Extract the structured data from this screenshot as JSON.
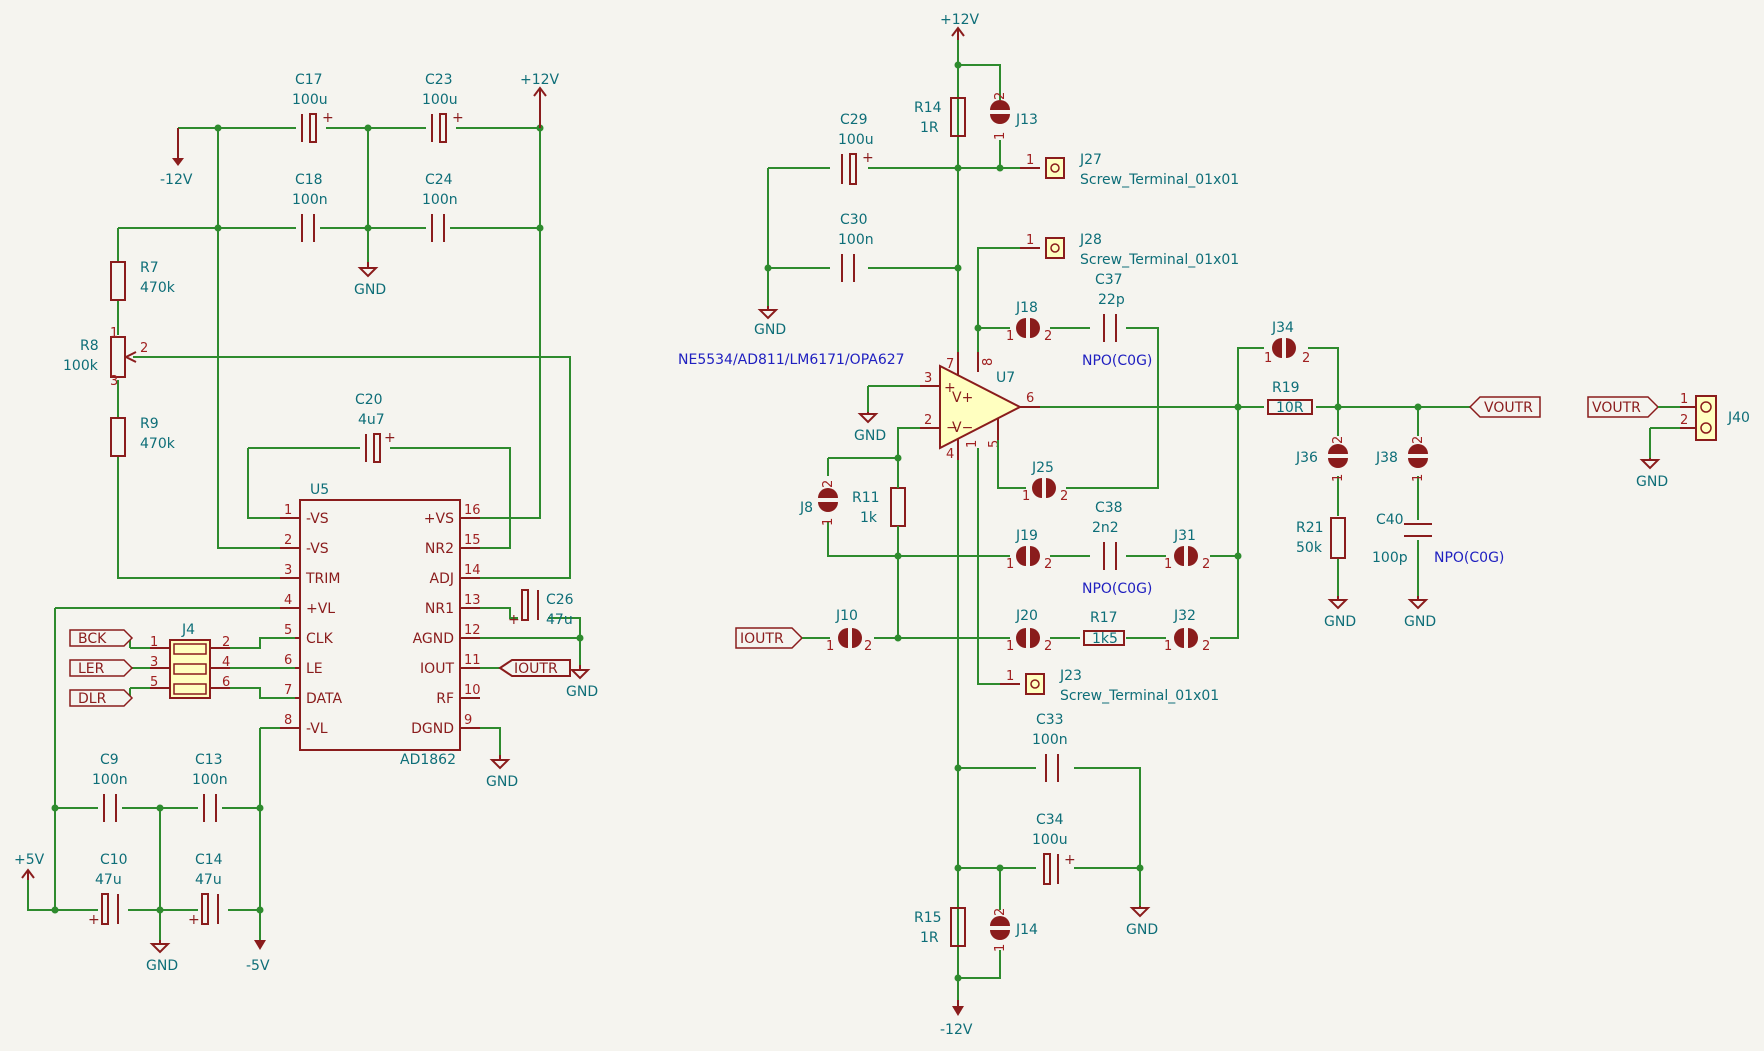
{
  "parts": {
    "C17": {
      "ref": "C17",
      "val": "100u"
    },
    "C23": {
      "ref": "C23",
      "val": "100u"
    },
    "C18": {
      "ref": "C18",
      "val": "100n"
    },
    "C24": {
      "ref": "C24",
      "val": "100n"
    },
    "R7": {
      "ref": "R7",
      "val": "470k"
    },
    "R8": {
      "ref": "R8",
      "val": "100k"
    },
    "R9": {
      "ref": "R9",
      "val": "470k"
    },
    "C20": {
      "ref": "C20",
      "val": "4u7"
    },
    "U5": {
      "ref": "U5",
      "val": "AD1862"
    },
    "C26": {
      "ref": "C26",
      "val": "47u"
    },
    "J4": {
      "ref": "J4"
    },
    "C9": {
      "ref": "C9",
      "val": "100n"
    },
    "C13": {
      "ref": "C13",
      "val": "100n"
    },
    "C10": {
      "ref": "C10",
      "val": "47u"
    },
    "C14": {
      "ref": "C14",
      "val": "47u"
    },
    "C29": {
      "ref": "C29",
      "val": "100u"
    },
    "C30": {
      "ref": "C30",
      "val": "100n"
    },
    "R14": {
      "ref": "R14",
      "val": "1R"
    },
    "J13": {
      "ref": "J13"
    },
    "J27": {
      "ref": "J27",
      "val": "Screw_Terminal_01x01"
    },
    "J28": {
      "ref": "J28",
      "val": "Screw_Terminal_01x01"
    },
    "J18": {
      "ref": "J18"
    },
    "C37": {
      "ref": "C37",
      "val": "22p",
      "note": "NPO(C0G)"
    },
    "U7": {
      "ref": "U7",
      "val": "NE5534/AD811/LM6171/OPA627"
    },
    "J25": {
      "ref": "J25"
    },
    "R11": {
      "ref": "R11",
      "val": "1k"
    },
    "J8": {
      "ref": "J8"
    },
    "J19": {
      "ref": "J19"
    },
    "C38": {
      "ref": "C38",
      "val": "2n2",
      "note": "NPO(C0G)"
    },
    "J31": {
      "ref": "J31"
    },
    "J10": {
      "ref": "J10"
    },
    "J20": {
      "ref": "J20"
    },
    "R17": {
      "ref": "R17",
      "val": "1k5"
    },
    "J32": {
      "ref": "J32"
    },
    "J23": {
      "ref": "J23",
      "val": "Screw_Terminal_01x01"
    },
    "J34": {
      "ref": "J34"
    },
    "R19": {
      "ref": "R19",
      "val": "10R"
    },
    "J36": {
      "ref": "J36"
    },
    "J38": {
      "ref": "J38"
    },
    "R21": {
      "ref": "R21",
      "val": "50k"
    },
    "C40": {
      "ref": "C40",
      "val": "100p",
      "note": "NPO(C0G)"
    },
    "C33": {
      "ref": "C33",
      "val": "100n"
    },
    "C34": {
      "ref": "C34",
      "val": "100u"
    },
    "R15": {
      "ref": "R15",
      "val": "1R"
    },
    "J14": {
      "ref": "J14"
    },
    "J40": {
      "ref": "J40"
    }
  },
  "power": {
    "p12": "+12V",
    "m12": "-12V",
    "gnd": "GND",
    "p5": "+5V",
    "m5": "-5V"
  },
  "u5_pins": {
    "left": [
      {
        "num": "1",
        "name": "-VS"
      },
      {
        "num": "2",
        "name": "-VS"
      },
      {
        "num": "3",
        "name": "TRIM"
      },
      {
        "num": "4",
        "name": "+VL"
      },
      {
        "num": "5",
        "name": "CLK"
      },
      {
        "num": "6",
        "name": "LE"
      },
      {
        "num": "7",
        "name": "DATA"
      },
      {
        "num": "8",
        "name": "-VL"
      }
    ],
    "right": [
      {
        "num": "16",
        "name": "+VS"
      },
      {
        "num": "15",
        "name": "NR2"
      },
      {
        "num": "14",
        "name": "ADJ"
      },
      {
        "num": "13",
        "name": "NR1"
      },
      {
        "num": "12",
        "name": "AGND"
      },
      {
        "num": "11",
        "name": "IOUT"
      },
      {
        "num": "10",
        "name": "RF"
      },
      {
        "num": "9",
        "name": "DGND"
      }
    ]
  },
  "net_labels": {
    "bck": "BCK",
    "ler": "LER",
    "dlr": "DLR",
    "ioutr": "IOUTR",
    "voutr": "VOUTR"
  },
  "pin_nums": {
    "one": "1",
    "two": "2",
    "three": "3",
    "four": "4",
    "five": "5",
    "six": "6",
    "seven": "7",
    "eight": "8"
  },
  "colors": {
    "wire": "#2e8b2e",
    "component": "#8a1c1c",
    "text": "#0e6e78",
    "body_fill": "#ffffc0",
    "value_blue": "#2020c0",
    "background": "#f5f4ef"
  }
}
